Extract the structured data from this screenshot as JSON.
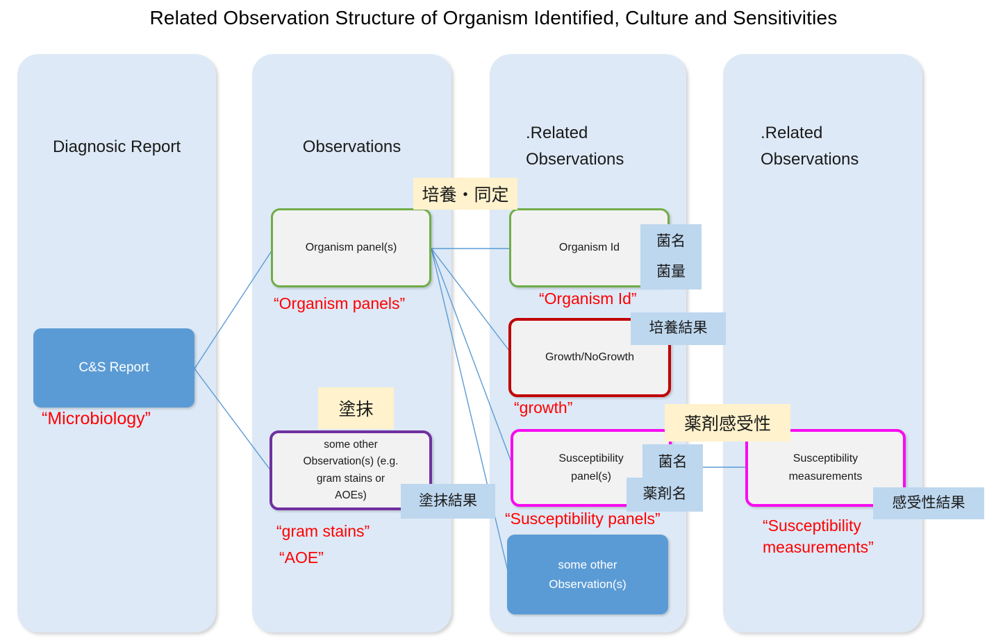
{
  "title": "Related Observation Structure of Organism Identified, Culture and Sensitivities",
  "columns": [
    {
      "label": "Diagnosic Report"
    },
    {
      "label": "Observations"
    },
    {
      "label": ".Related\nObservations"
    },
    {
      "label": ".Related\nObservations"
    }
  ],
  "nodes": {
    "cs_report": "C&S Report",
    "organism_panels": "Organism panel(s)",
    "organism_id": "Organism Id",
    "growth": "Growth/NoGrowth",
    "susceptibility_panels": "Susceptibility\npanel(s)",
    "susceptibility_measurements": "Susceptibility\nmeasurements",
    "other_observations_smear": "some other\nObservation(s) (e.g.\ngram stains or\nAOEs)",
    "other_observations": "some other\nObservation(s)"
  },
  "annotations": {
    "microbiology": "“Microbiology”",
    "organism_panels": "“Organism panels”",
    "organism_id": "“Organism Id”",
    "growth": "“growth”",
    "susceptibility_panels": "“Susceptibility panels”",
    "susceptibility_measurements": "“Susceptibility\nmeasurements”",
    "gram_stains": "“gram stains”",
    "aoe": "“AOE”"
  },
  "jp_labels": {
    "culture_identification": "培養・同定",
    "smear": "塗抹",
    "drug_sensitivity": "薬剤感受性",
    "organism_name_and_amount": "菌名\n菌量",
    "culture_result": "培養結果",
    "smear_result": "塗抹結果",
    "organism_name": "菌名",
    "drug_name": "薬剤名",
    "sensitivity_result": "感受性結果"
  },
  "colors": {
    "column_bg": "#dde9f6",
    "node_gray_fill": "#f2f2f2",
    "blue_node_fill": "#5b9bd5",
    "label_blue_fill": "#bdd7ee",
    "label_cream_fill": "#fff2cc",
    "green_border": "#70ad47",
    "dark_red_border": "#c00000",
    "magenta_border": "#f80cf0",
    "purple_border": "#7030a0",
    "red_annotation_text": "#ff0000",
    "connector_line": "#5b9bd5"
  }
}
